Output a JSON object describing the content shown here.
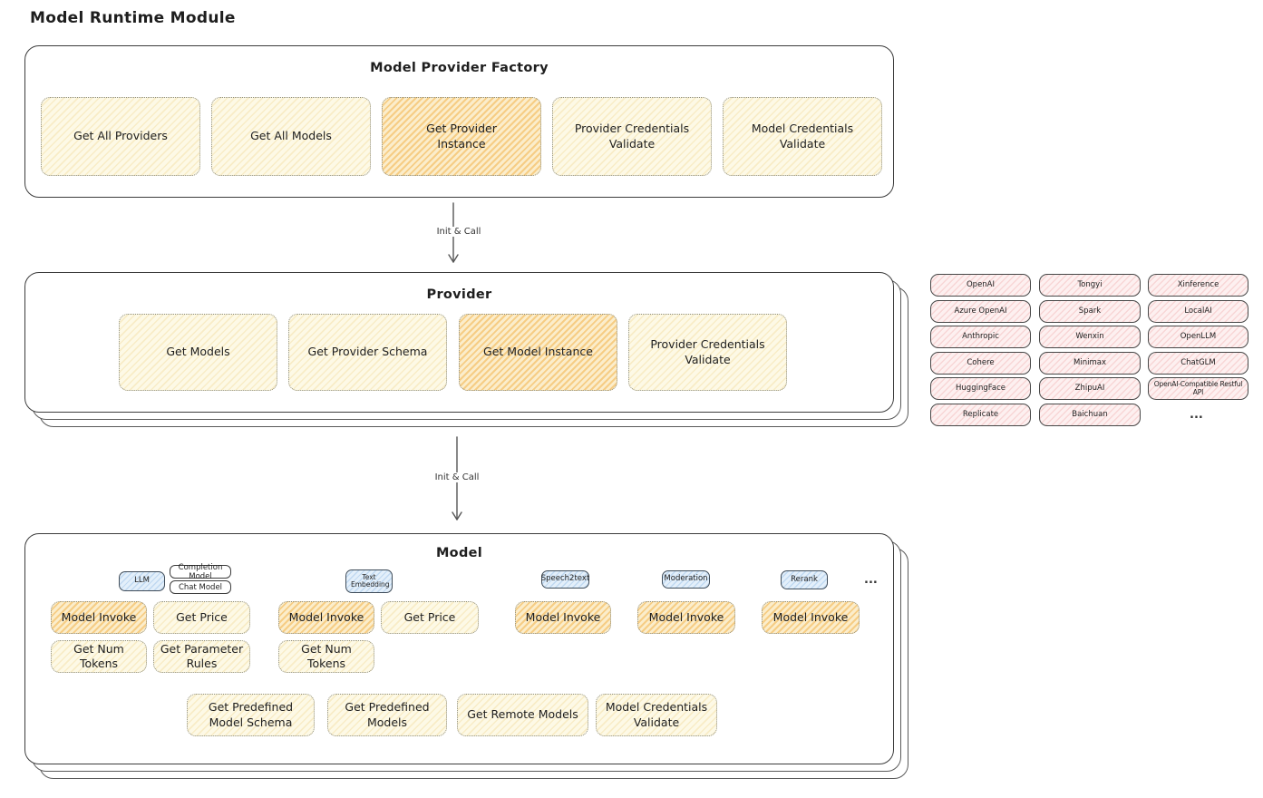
{
  "page_title": "Model Runtime Module",
  "arrow_labels": {
    "factory_to_provider": "Init & Call",
    "provider_to_model": "Init & Call"
  },
  "factory": {
    "title": "Model Provider Factory",
    "functions": [
      "Get All Providers",
      "Get All Models",
      "Get Provider Instance",
      "Provider Credentials Validate",
      "Model Credentials Validate"
    ],
    "highlighted": "Get Provider Instance"
  },
  "provider": {
    "title": "Provider",
    "functions": [
      "Get Models",
      "Get Provider Schema",
      "Get Model Instance",
      "Provider Credentials Validate"
    ],
    "highlighted": "Get Model Instance"
  },
  "provider_list": {
    "col1": [
      "OpenAI",
      "Azure OpenAI",
      "Anthropic",
      "Cohere",
      "HuggingFace",
      "Replicate"
    ],
    "col2": [
      "Tongyi",
      "Spark",
      "Wenxin",
      "Minimax",
      "ZhipuAI",
      "Baichuan"
    ],
    "col3": [
      "Xinference",
      "LocalAI",
      "OpenLLM",
      "ChatGLM",
      "OpenAI-Compatible Restful API"
    ],
    "ellipsis": "..."
  },
  "model": {
    "title": "Model",
    "types": {
      "llm": "LLM",
      "completion": "Completion Model",
      "chat": "Chat Model",
      "text_embedding": "Text Embedding",
      "speech2text": "Speech2text",
      "moderation": "Moderation",
      "rerank": "Rerank",
      "ellipsis": "..."
    },
    "llm_functions": {
      "invoke": "Model Invoke",
      "price": "Get Price",
      "tokens": "Get Num Tokens",
      "rules": "Get Parameter Rules"
    },
    "embedding_functions": {
      "invoke": "Model Invoke",
      "price": "Get Price",
      "tokens": "Get Num Tokens"
    },
    "speech2text_functions": {
      "invoke": "Model Invoke"
    },
    "moderation_functions": {
      "invoke": "Model Invoke"
    },
    "rerank_functions": {
      "invoke": "Model Invoke"
    },
    "shared_functions": [
      "Get Predefined Model Schema",
      "Get Predefined Models",
      "Get Remote Models",
      "Model Credentials Validate"
    ]
  },
  "colors": {
    "function_fill": "#fdf9e6",
    "highlight_fill": "#fbedcb",
    "highlight_hatch": "#f0a830",
    "provider_chip_fill": "#fdf0f0",
    "model_type_fill": "#e3effa",
    "border_dark": "#3c3c3c"
  }
}
